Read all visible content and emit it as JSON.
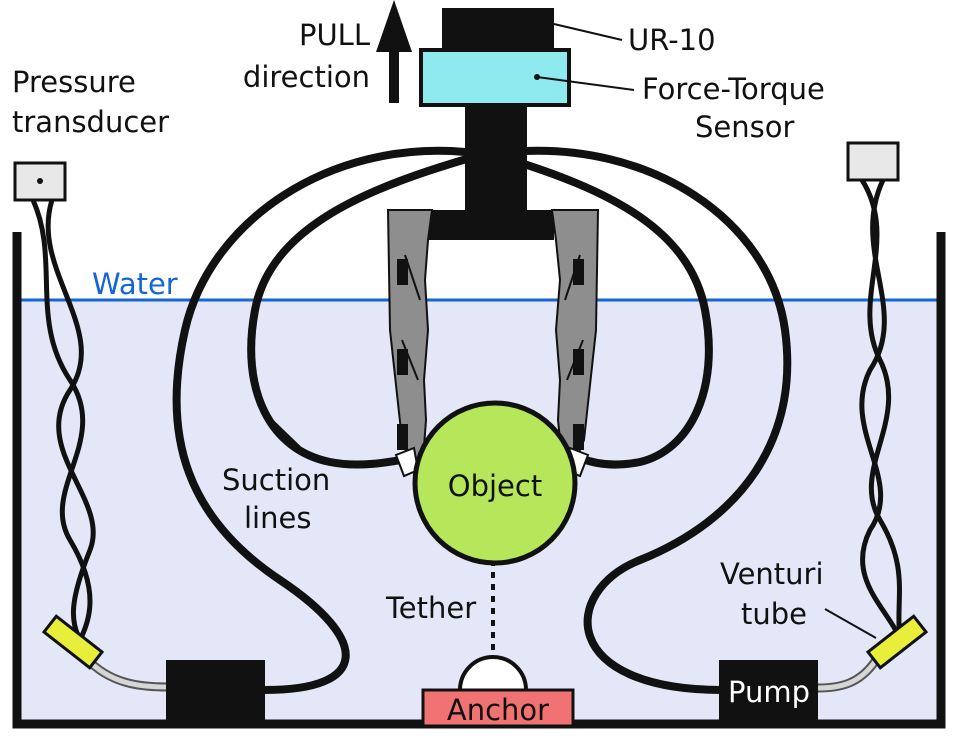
{
  "labels": {
    "pull": "PULL",
    "direction": "direction",
    "ur10": "UR-10",
    "force_torque_1": "Force-Torque",
    "force_torque_2": "Sensor",
    "pressure_1": "Pressure",
    "pressure_2": "transducer",
    "water": "Water",
    "suction_1": "Suction",
    "suction_2": "lines",
    "object": "Object",
    "tether": "Tether",
    "venturi_1": "Venturi",
    "venturi_2": "tube",
    "pump": "Pump",
    "anchor": "Anchor"
  },
  "colors": {
    "water_fill": "#e3e7f7",
    "water_line": "#1565d8",
    "water_text": "#1565d8",
    "sensor": "#8feaf0",
    "object": "#b6e65a",
    "anchor": "#f07272",
    "venturi": "#e8ef3a",
    "gripper": "#8e8e8e",
    "outline": "#111111",
    "transducer_box": "#e8e8e8"
  }
}
